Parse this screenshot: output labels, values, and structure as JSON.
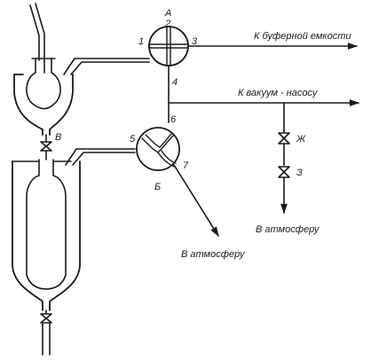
{
  "labels": {
    "valve_a": "А",
    "valve_b": "Б",
    "valve_v": "В",
    "valve_zh": "Ж",
    "valve_z": "З",
    "port1": "1",
    "port2": "2",
    "port3": "3",
    "port4": "4",
    "port5": "5",
    "port6": "6",
    "port7": "7",
    "to_buffer": "К буферной емкости",
    "to_vacuum": "К вакуум - насосу",
    "to_atm_right": "В атмосферу",
    "to_atm_bottom": "В атмосферу"
  },
  "colors": {
    "ink": "#1a1a1a",
    "background": "#ffffff"
  }
}
